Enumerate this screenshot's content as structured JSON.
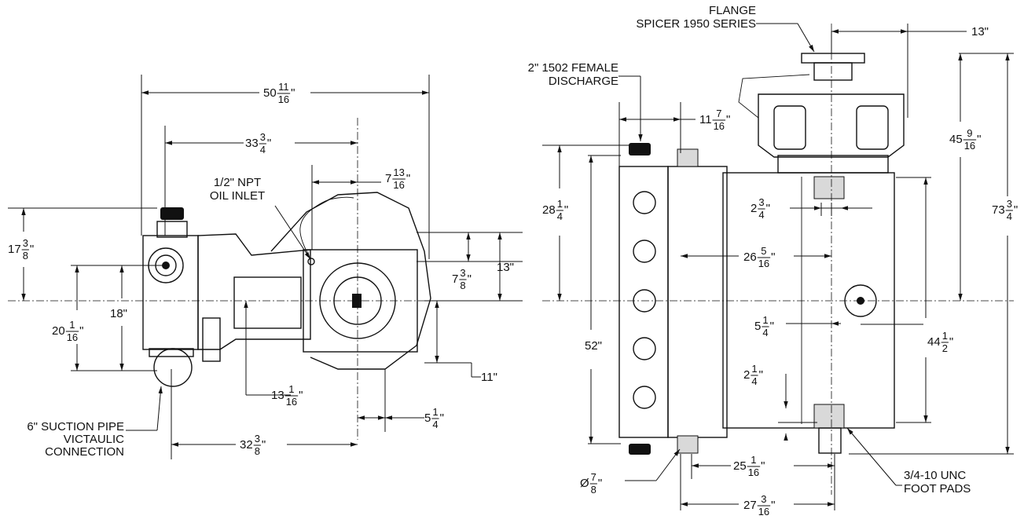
{
  "callouts": {
    "flange": [
      "FLANGE",
      "SPICER 1950 SERIES"
    ],
    "discharge": [
      "2\" 1502 FEMALE",
      "DISCHARGE"
    ],
    "oil_inlet": [
      "1/2\" NPT",
      "OIL INLET"
    ],
    "suction": [
      "6\" SUCTION PIPE",
      "VICTAULIC",
      "CONNECTION"
    ],
    "foot_pads": [
      "3/4-10 UNC",
      "FOOT PADS"
    ]
  },
  "dimensions": {
    "d_50_11_16": {
      "whole": "50",
      "num": "11",
      "den": "16",
      "unit": "\""
    },
    "d_33_3_4": {
      "whole": "33",
      "num": "3",
      "den": "4",
      "unit": "\""
    },
    "d_7_13_16": {
      "whole": "7",
      "num": "13",
      "den": "16",
      "unit": "\""
    },
    "d_17_3_8": {
      "whole": "17",
      "num": "3",
      "den": "8",
      "unit": "\""
    },
    "d_13_side": {
      "whole": "13\"",
      "num": "",
      "den": "",
      "unit": ""
    },
    "d_7_3_8": {
      "whole": "7",
      "num": "3",
      "den": "8",
      "unit": "\""
    },
    "d_20_1_16": {
      "whole": "20",
      "num": "1",
      "den": "16",
      "unit": "\""
    },
    "d_18": {
      "whole": "18\"",
      "num": "",
      "den": "",
      "unit": ""
    },
    "d_13_1_16": {
      "whole": "13",
      "num": "1",
      "den": "16",
      "unit": "\""
    },
    "d_11": {
      "whole": "11\"",
      "num": "",
      "den": "",
      "unit": ""
    },
    "d_5_1_4_side": {
      "whole": "5",
      "num": "1",
      "den": "4",
      "unit": "\""
    },
    "d_32_3_8": {
      "whole": "32",
      "num": "3",
      "den": "8",
      "unit": "\""
    },
    "d_13_top": {
      "whole": "13\"",
      "num": "",
      "den": "",
      "unit": ""
    },
    "d_11_7_16": {
      "whole": "11",
      "num": "7",
      "den": "16",
      "unit": "\""
    },
    "d_45_9_16": {
      "whole": "45",
      "num": "9",
      "den": "16",
      "unit": "\""
    },
    "d_73_3_4": {
      "whole": "73",
      "num": "3",
      "den": "4",
      "unit": "\""
    },
    "d_28_1_4": {
      "whole": "28",
      "num": "1",
      "den": "4",
      "unit": "\""
    },
    "d_2_3_4": {
      "whole": "2",
      "num": "3",
      "den": "4",
      "unit": "\""
    },
    "d_26_5_16": {
      "whole": "26",
      "num": "5",
      "den": "16",
      "unit": "\""
    },
    "d_52": {
      "whole": "52\"",
      "num": "",
      "den": "",
      "unit": ""
    },
    "d_5_1_4_top": {
      "whole": "5",
      "num": "1",
      "den": "4",
      "unit": "\""
    },
    "d_44_1_2": {
      "whole": "44",
      "num": "1",
      "den": "2",
      "unit": "\""
    },
    "d_2_1_4": {
      "whole": "2",
      "num": "1",
      "den": "4",
      "unit": "\""
    },
    "d_25_1_16": {
      "whole": "25",
      "num": "1",
      "den": "16",
      "unit": "\""
    },
    "d_27_3_16": {
      "whole": "27",
      "num": "3",
      "den": "16",
      "unit": "\""
    },
    "d_dia_7_8": {
      "whole": "Ø",
      "num": "7",
      "den": "8",
      "unit": "\""
    }
  }
}
